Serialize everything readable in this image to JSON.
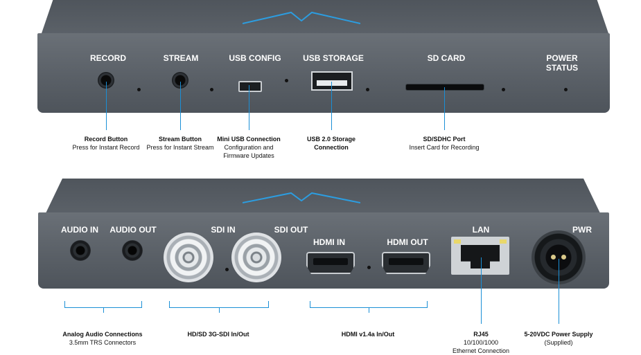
{
  "top_panel": {
    "ports": {
      "record": "RECORD",
      "stream": "STREAM",
      "usb_config": "USB CONFIG",
      "usb_storage": "USB STORAGE",
      "sd_card": "SD CARD",
      "power_status_line1": "POWER",
      "power_status_line2": "STATUS"
    },
    "callouts": {
      "record_title": "Record Button",
      "record_sub": "Press for Instant Record",
      "stream_title": "Stream Button",
      "stream_sub": "Press for Instant Stream",
      "usb_config_title": "Mini USB Connection",
      "usb_config_sub1": "Configuration and",
      "usb_config_sub2": "Firmware Updates",
      "usb_storage_title": "USB 2.0 Storage",
      "usb_storage_sub": "Connection",
      "sd_title": "SD/SDHC Port",
      "sd_sub": "Insert Card for Recording"
    }
  },
  "bottom_panel": {
    "ports": {
      "audio_in": "AUDIO IN",
      "audio_out": "AUDIO OUT",
      "sdi_in": "SDI IN",
      "sdi_out": "SDI OUT",
      "hdmi_in": "HDMI IN",
      "hdmi_out": "HDMI OUT",
      "lan": "LAN",
      "pwr": "PWR"
    },
    "callouts": {
      "audio_title": "Analog Audio Connections",
      "audio_sub": "3.5mm TRS Connectors",
      "sdi_title": "HD/SD 3G-SDI In/Out",
      "hdmi_title": "HDMI v1.4a In/Out",
      "lan_title": "RJ45",
      "lan_sub1": "10/100/1000",
      "lan_sub2": "Ethernet Connection",
      "pwr_title": "5-20VDC Power Supply",
      "pwr_sub": "(Supplied)"
    }
  },
  "colors": {
    "accent_line": "#1a8fd6",
    "panel": "#5a6067",
    "label": "#ffffff"
  }
}
